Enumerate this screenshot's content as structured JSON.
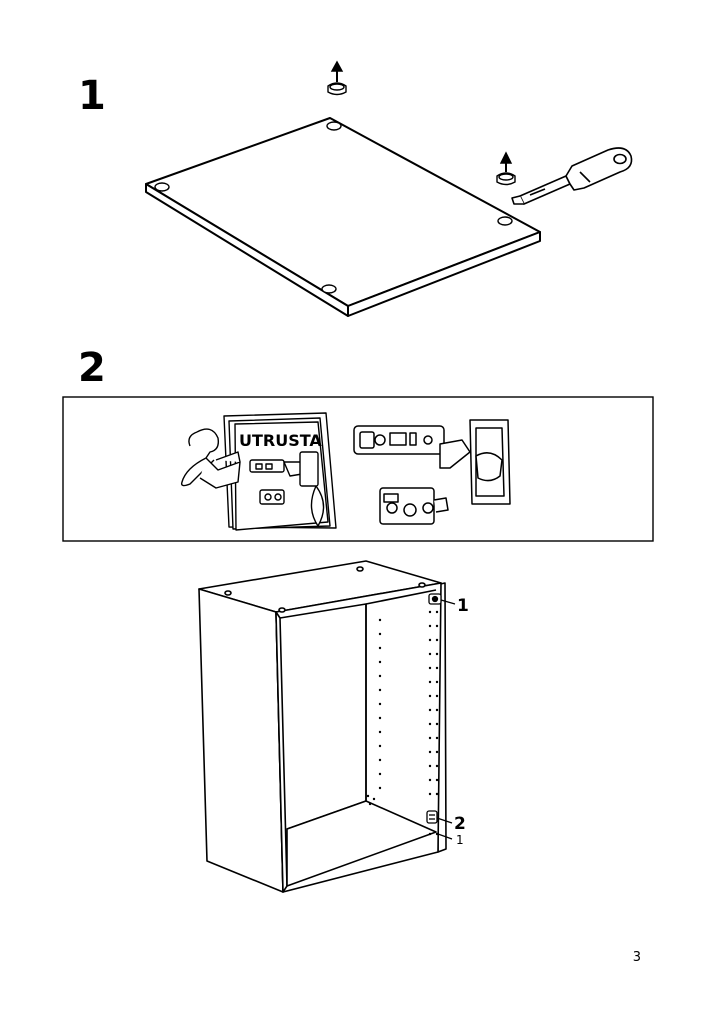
{
  "steps": [
    {
      "number": "1"
    },
    {
      "number": "2"
    }
  ],
  "booklet": {
    "title": "UTRUSTA"
  },
  "callouts": {
    "hinge_top": "1",
    "hinge_bottom": "2",
    "hole_count": "1"
  },
  "page": {
    "number": "3"
  },
  "icons": [
    "screwdriver-icon",
    "peg-icon",
    "booklet-icon",
    "hinge-icon"
  ]
}
